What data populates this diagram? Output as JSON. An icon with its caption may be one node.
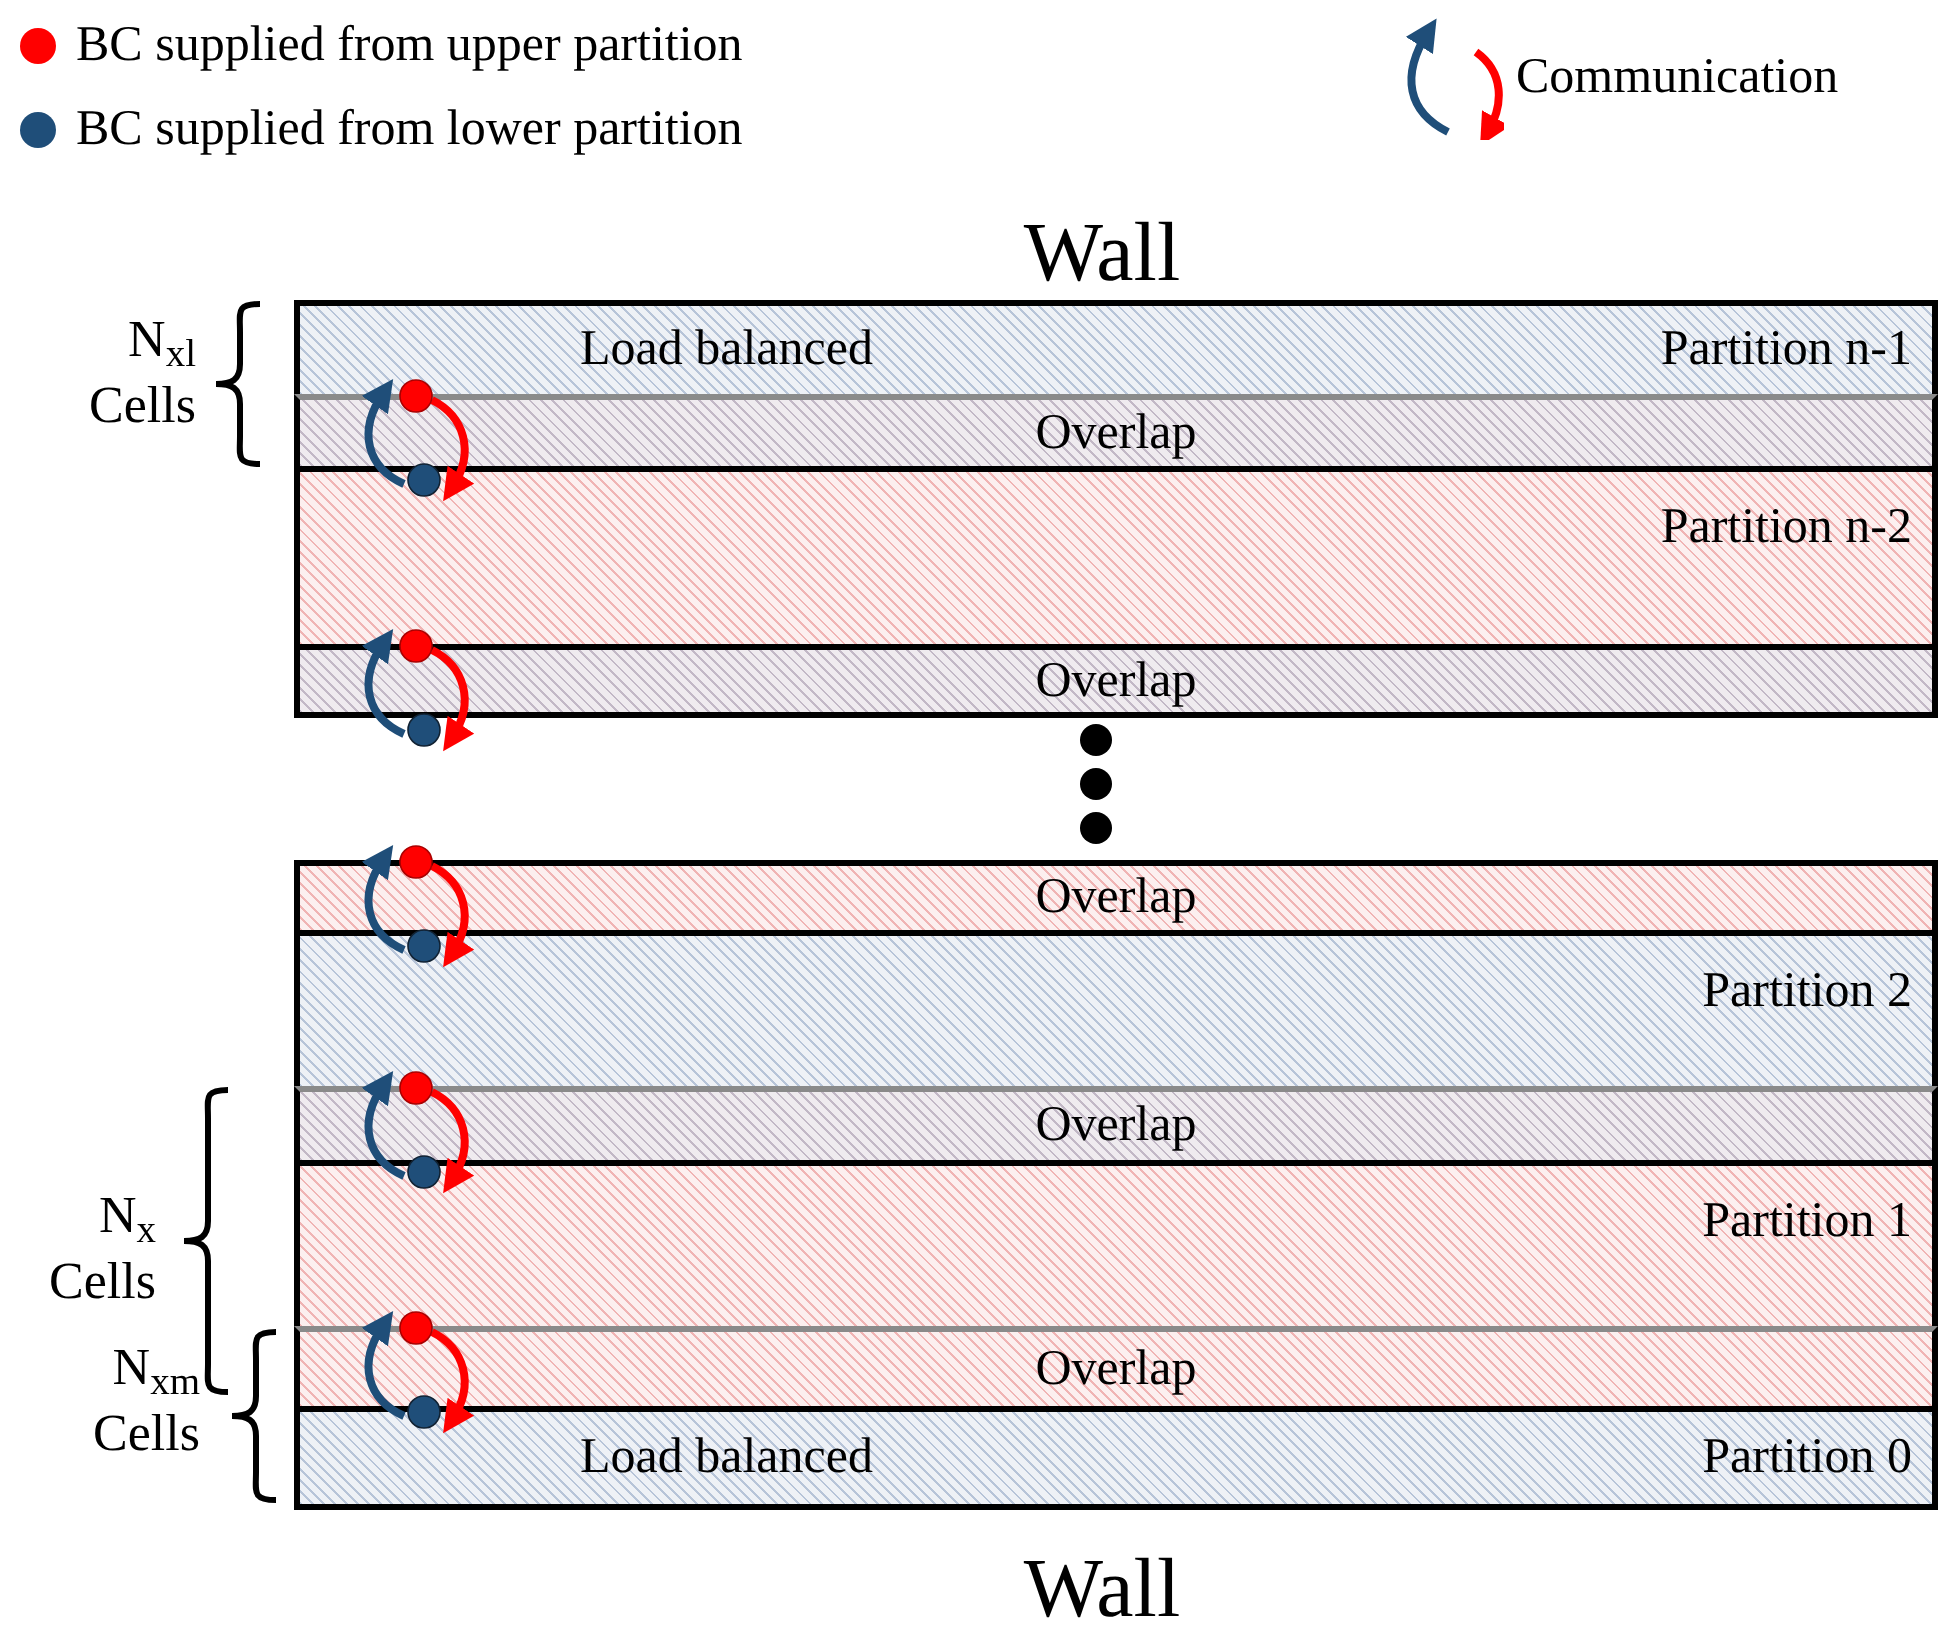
{
  "diagram": {
    "nodes": [
      {
        "text": [
          "Load balanced",
          "Partition n-1"
        ]
      },
      {
        "text": [
          "Overlap"
        ]
      },
      {
        "text": [
          "Partition n-2"
        ]
      },
      {
        "text": [
          "Overlap"
        ]
      },
      {
        "text": [
          "Overlap"
        ]
      },
      {
        "text": [
          "Partition 2"
        ]
      },
      {
        "text": [
          "Overlap"
        ]
      },
      {
        "text": [
          "Partition 1"
        ]
      },
      {
        "text": [
          "Overlap"
        ]
      },
      {
        "text": [
          "Load balanced",
          "Partition 0"
        ]
      }
    ],
    "edges": [],
    "labels": [
      "Wall",
      "N$_{xl}$ Cells",
      "N$_{x}$ Cells",
      "N$_{xm}$ Cells",
      "Wall"
    ],
    "legend": [
      {
        "text": "BC supplied from upper partition",
        "color": "#ff0000"
      },
      {
        "text": "BC supplied from lower partition",
        "color": "#1f4e79"
      },
      {
        "text": "Communication"
      }
    ]
  }
}
